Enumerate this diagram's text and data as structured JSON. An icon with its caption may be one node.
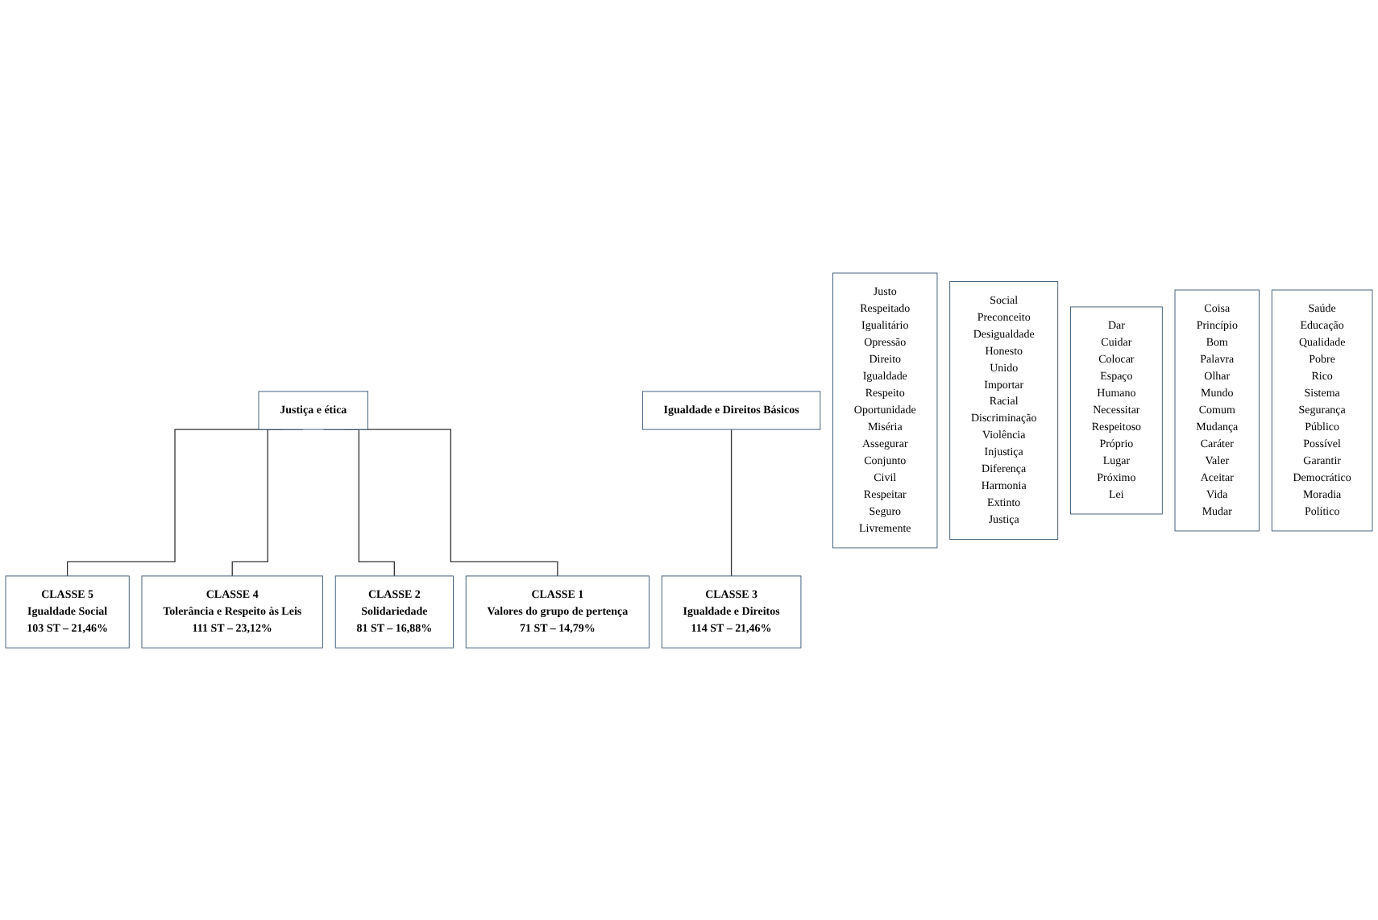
{
  "diagram": {
    "nodes": [
      {
        "text": [
          "Justiça e ética"
        ]
      },
      {
        "text": [
          "Igualdade e Direitos Básicos"
        ]
      },
      {
        "text": [
          "CLASSE 5",
          "Igualdade Social",
          "103 ST – 21,46%"
        ]
      },
      {
        "text": [
          "CLASSE 4",
          "Tolerância e Respeito às Leis",
          "111 ST – 23,12%"
        ]
      },
      {
        "text": [
          "CLASSE 2",
          "Solidariedade",
          "81 ST – 16,88%"
        ]
      },
      {
        "text": [
          "CLASSE 1",
          "Valores do grupo de pertença",
          "71 ST – 14,79%"
        ]
      },
      {
        "text": [
          "CLASSE 3",
          "Igualdade e Direitos",
          "114 ST – 21,46%"
        ]
      },
      {
        "text": [
          "Justo",
          "Respeitado",
          "Igualitário",
          "Opressão",
          "Direito",
          "Igualdade",
          "Respeito",
          "Oportunidade",
          "Miséria",
          "Assegurar",
          "Conjunto",
          "Civil",
          "Respeitar",
          "Seguro",
          "Livremente"
        ]
      },
      {
        "text": [
          "Social",
          "Preconceito",
          "Desigualdade",
          "Honesto",
          "Unido",
          "Importar",
          "Racial",
          "Discriminação",
          "Violência",
          "Injustiça",
          "Diferença",
          "Harmonia",
          "Extinto",
          "Justiça"
        ]
      },
      {
        "text": [
          "Dar",
          "Cuidar",
          "Colocar",
          "Espaço",
          "Humano",
          "Necessitar",
          "Respeitoso",
          "Próprio",
          "Lugar",
          "Próximo",
          "Lei"
        ]
      },
      {
        "text": [
          "Coisa",
          "Princípio",
          "Bom",
          "Palavra",
          "Olhar",
          "Mundo",
          "Comum",
          "Mudança",
          "Caráter",
          "Valer",
          "Aceitar",
          "Vida",
          "Mudar"
        ]
      },
      {
        "text": [
          "Saúde",
          "Educação",
          "Qualidade",
          "Pobre",
          "Rico",
          "Sistema",
          "Segurança",
          "Público",
          "Possível",
          "Garantir",
          "Democrático",
          "Moradia",
          "Político"
        ]
      }
    ],
    "edges": [
      {
        "from": 0,
        "to": 2,
        "arrow": "none"
      },
      {
        "from": 0,
        "to": 3,
        "arrow": "none"
      },
      {
        "from": 0,
        "to": 4,
        "arrow": "none"
      },
      {
        "from": 0,
        "to": 5,
        "arrow": "none"
      },
      {
        "from": 1,
        "to": 6,
        "arrow": "none"
      }
    ]
  }
}
